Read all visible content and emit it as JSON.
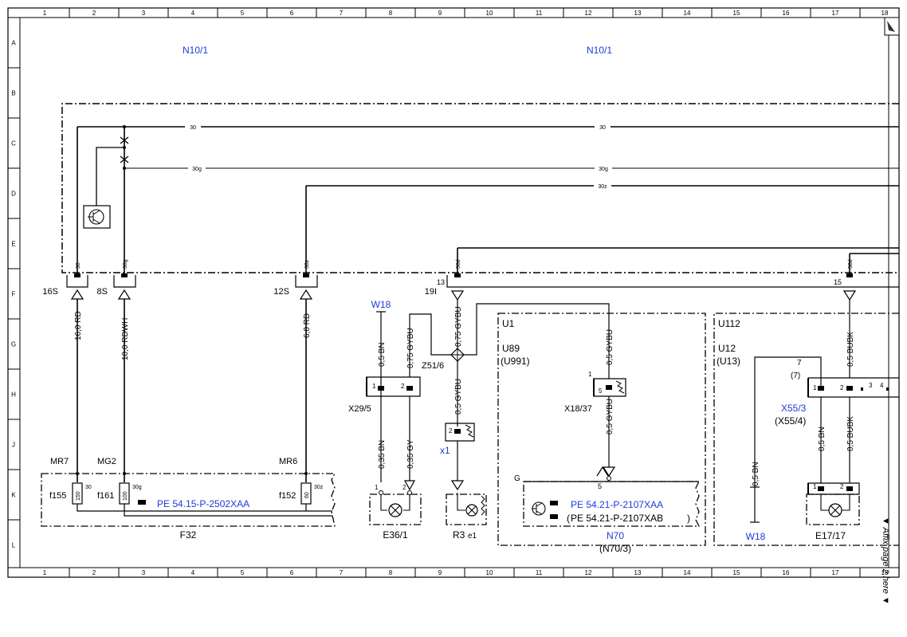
{
  "grid": {
    "columns": [
      "1",
      "2",
      "3",
      "4",
      "5",
      "6",
      "7",
      "8",
      "9",
      "10",
      "11",
      "12",
      "13",
      "14",
      "15",
      "16",
      "17",
      "18"
    ],
    "rows": [
      "A",
      "B",
      "C",
      "D",
      "E",
      "F",
      "G",
      "H",
      "J",
      "K",
      "L"
    ]
  },
  "module_titles": [
    "N10/1",
    "N10/1"
  ],
  "bus_labels": {
    "b30": "30",
    "b30_r": "30",
    "b30g": "30g",
    "b30g_r": "30g",
    "b30z": "30z",
    "b58d_a": "58d",
    "b58d_b": "58d",
    "p30": "30",
    "p30g": "30g",
    "p30z": "30z"
  },
  "connectors": {
    "c16S": "16S",
    "c8S": "8S",
    "c12S": "12S",
    "c19I": "19I",
    "pin13": "13",
    "pin15": "15"
  },
  "wires": {
    "w1": "16,0 RD",
    "w2": "10,0 RDWH",
    "w3": "6,0 RD",
    "w4": "0,5 BN",
    "w5": "0,75 GYBU",
    "w6": "0,75 GYBU",
    "w7": "0,5 GYBU",
    "w8": "0,35 BN",
    "w9": "0,35 GY",
    "w10": "0,5 GYBU",
    "w11": "0,5 GYBU",
    "w12": "0,5 BUBK",
    "w13": "0,5 BN",
    "w14": "0,5 BUBK",
    "w15": "0,5 BN"
  },
  "components": {
    "W18a": "W18",
    "W18b": "W18",
    "Z51_6": "Z51/6",
    "X29_5": "X29/5",
    "X18_37": "X18/37",
    "X55_3": "X55/3",
    "X55_4": "(X55/4)",
    "x1": "x1",
    "MR7": "MR7",
    "MG2": "MG2",
    "MR6": "MR6",
    "f155": "f155",
    "f161": "f161",
    "f152": "f152",
    "fuse150": "150",
    "fuse100": "100",
    "fuse60": "60",
    "f30": "30",
    "f30g": "30g",
    "f30z": "30z",
    "F32": "F32",
    "E36_1": "E36/1",
    "R3": "R3",
    "e1": "e1",
    "U1": "U1",
    "U89": "U89",
    "U991": "(U991)",
    "U112": "U112",
    "U12": "U12",
    "U13": "(U13)",
    "N70": "N70",
    "N70_3": "(N70/3)",
    "G": "G",
    "pin5": "5",
    "E17_17": "E17/17",
    "pin7": "7",
    "pin7b": "(7)",
    "ref1": "PE 54.15-P-2502XAA",
    "ref2": "PE 54.21-P-2107XAA",
    "ref3": "PE 54.21-P-2107XAB"
  },
  "pins": {
    "p1": "1",
    "p2": "2",
    "p3": "3",
    "p4": "4",
    "p5": "5"
  },
  "affix_note": "▼ Affix page 2 here ▼"
}
